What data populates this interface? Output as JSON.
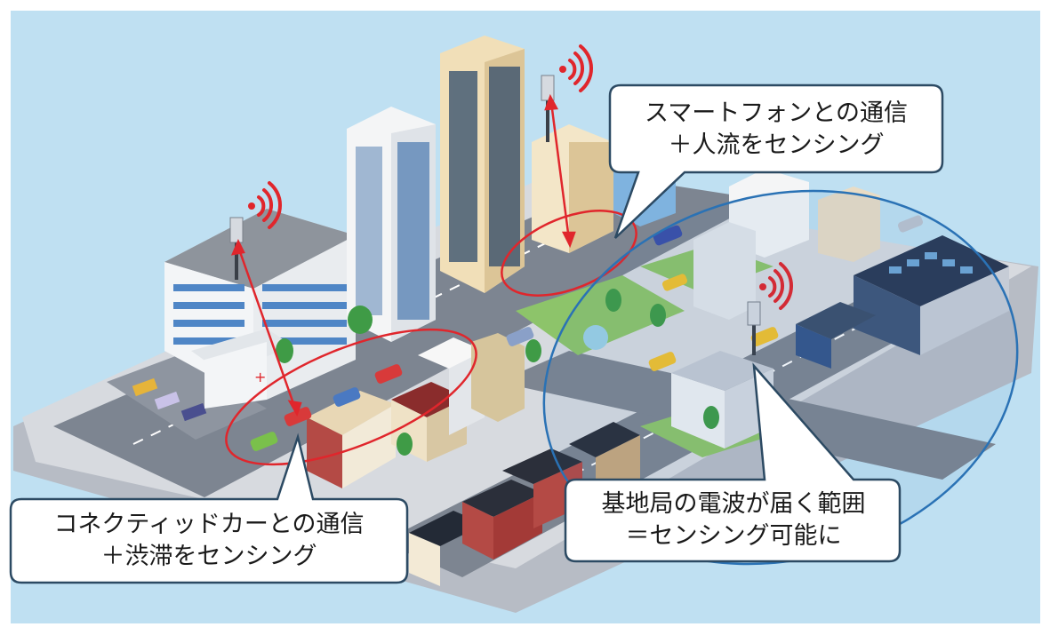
{
  "callouts": {
    "smartphone": {
      "line1": "スマートフォンとの通信",
      "line2": "＋人流をセンシング"
    },
    "connected_car": {
      "line1": "コネクティッドカーとの通信",
      "line2": "＋渋滞をセンシング"
    },
    "base_station": {
      "line1": "基地局の電波が届く範囲",
      "line2": "＝センシング可能に"
    }
  },
  "colors": {
    "sky": "#bfe0f2",
    "ground": "#c9ccd3",
    "road": "#7d8591",
    "grass": "#8dc46a",
    "signal": "#e0262c",
    "highlight_red": "#e0262c",
    "coverage_blue": "#2a72b5",
    "callout_border": "#2c4a63"
  },
  "icons": [
    "antenna-icon",
    "signal-waves-icon"
  ]
}
